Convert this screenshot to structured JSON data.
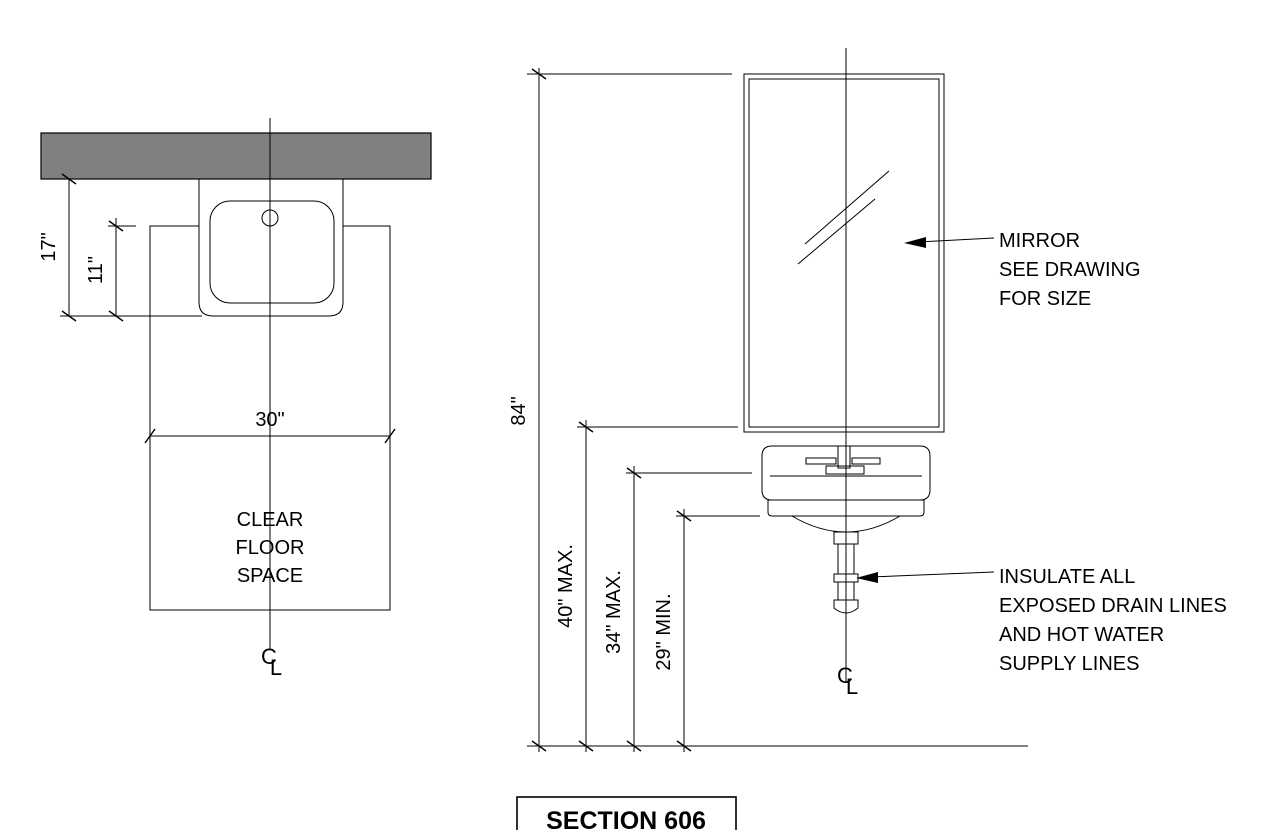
{
  "plan_view": {
    "dim_17": "17\"",
    "dim_11": "11\"",
    "dim_30": "30\"",
    "clear_floor_space": [
      "CLEAR",
      "FLOOR",
      "SPACE"
    ],
    "centerline_c": "C",
    "centerline_l": "L",
    "wall_color": "#808080"
  },
  "elevation_view": {
    "dim_84": "84\"",
    "dim_40_max": "40\" MAX.",
    "dim_34_max": "34\" MAX.",
    "dim_29_min": "29\" MIN.",
    "mirror_note": [
      "MIRROR",
      "SEE DRAWING",
      "FOR SIZE"
    ],
    "insulate_note": [
      "INSULATE ALL",
      "EXPOSED DRAIN LINES",
      "AND HOT WATER",
      "SUPPLY LINES"
    ],
    "centerline_c": "C",
    "centerline_l": "L"
  },
  "section_label": "SECTION 606"
}
